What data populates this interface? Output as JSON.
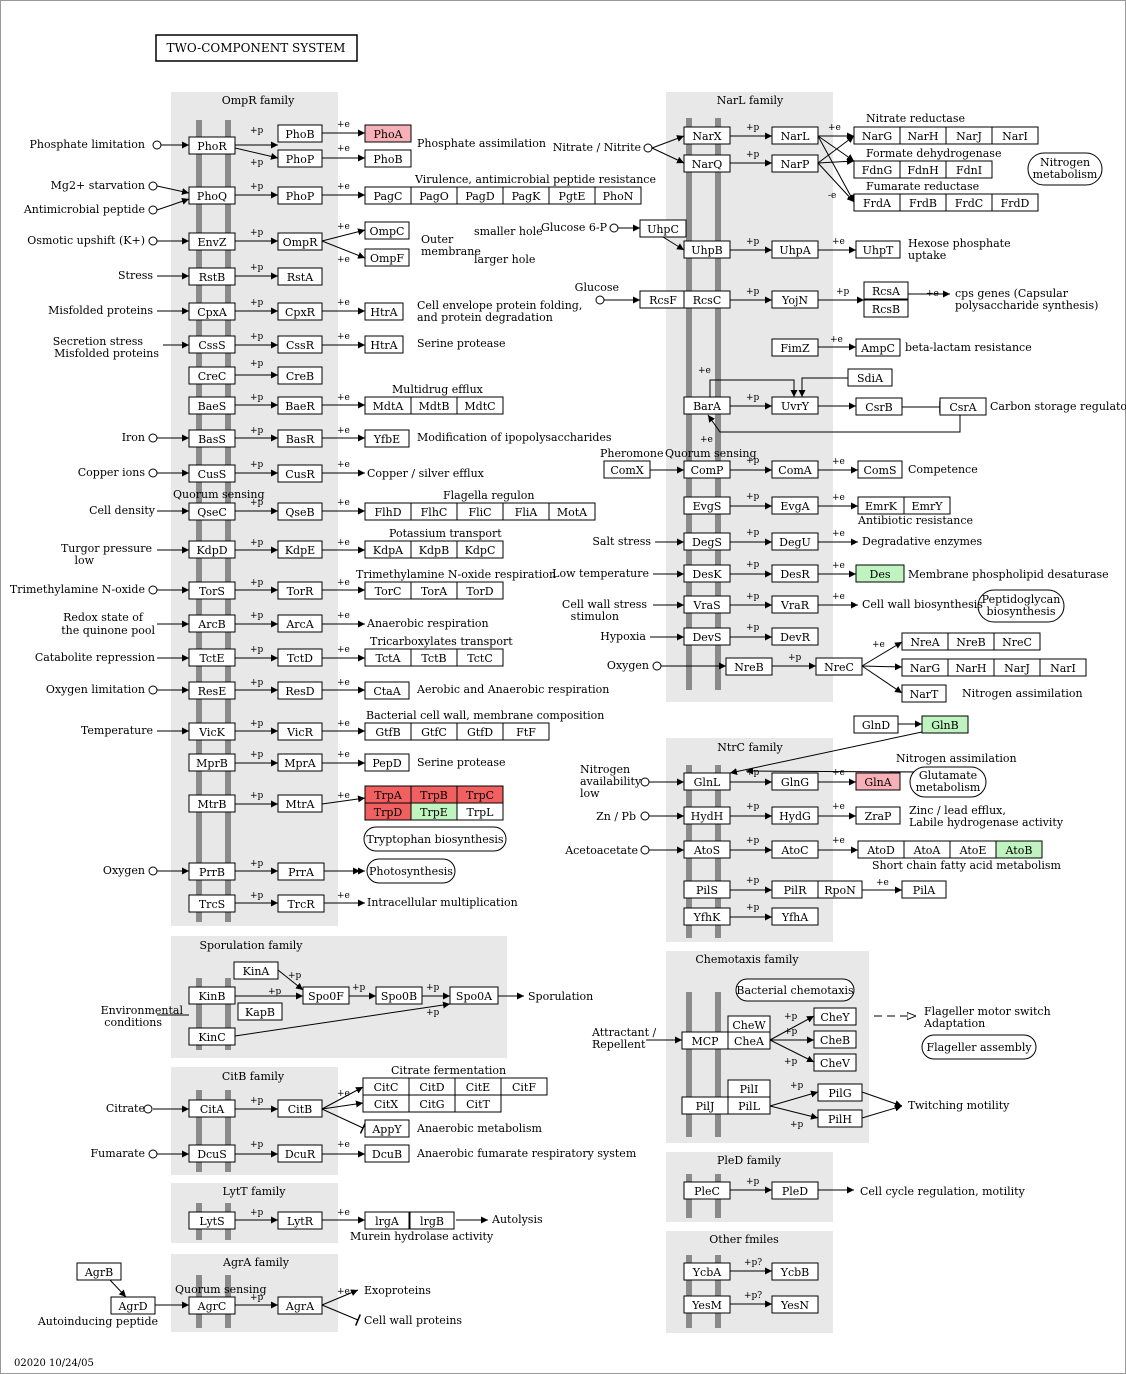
{
  "title": "TWO-COMPONENT SYSTEM",
  "footer": "02020 10/24/05",
  "colors": {
    "panel": "#e8e8e8",
    "membrane": "#8a8a8a",
    "red": "#f06060",
    "pink": "#f8b0b8",
    "green": "#bff3bf",
    "stroke": "#000000"
  },
  "families": [
    "OmpR family",
    "NarL family",
    "NtrC family",
    "Sporulation family",
    "CitB family",
    "LytT family",
    "AgrA family",
    "Chemotaxis family",
    "PleD family",
    "Other fmiles"
  ],
  "genes": [
    "PhoR",
    "PhoB",
    "PhoA",
    "PhoP",
    "PhoB",
    "PhoQ",
    "PhoP",
    "PagC",
    "PagO",
    "PagD",
    "PagK",
    "PgtE",
    "PhoN",
    "EnvZ",
    "OmpR",
    "OmpC",
    "OmpF",
    "RstB",
    "RstA",
    "CpxA",
    "CpxR",
    "HtrA",
    "CssS",
    "CssR",
    "HtrA",
    "CreC",
    "CreB",
    "BaeS",
    "BaeR",
    "MdtA",
    "MdtB",
    "MdtC",
    "BasS",
    "BasR",
    "YfbE",
    "CusS",
    "CusR",
    "QseC",
    "QseB",
    "FlhD",
    "FlhC",
    "FliC",
    "FliA",
    "MotA",
    "KdpD",
    "KdpE",
    "KdpA",
    "KdpB",
    "KdpC",
    "TorS",
    "TorR",
    "TorC",
    "TorA",
    "TorD",
    "ArcB",
    "ArcA",
    "TctE",
    "TctD",
    "TctA",
    "TctB",
    "TctC",
    "ResE",
    "ResD",
    "CtaA",
    "VicK",
    "VicR",
    "GtfB",
    "GtfC",
    "GtfD",
    "FtF",
    "MprB",
    "MprA",
    "PepD",
    "MtrB",
    "MtrA",
    "TrpA",
    "TrpB",
    "TrpC",
    "TrpD",
    "TrpE",
    "TrpL",
    "PrrB",
    "PrrA",
    "TrcS",
    "TrcR",
    "NarX",
    "NarQ",
    "NarL",
    "NarP",
    "NarG",
    "NarH",
    "NarJ",
    "NarI",
    "FdnG",
    "FdnH",
    "FdnI",
    "FrdA",
    "FrdB",
    "FrdC",
    "FrdD",
    "UhpC",
    "UhpB",
    "UhpA",
    "UhpT",
    "RcsF",
    "RcsC",
    "YojN",
    "RcsA",
    "RcsB",
    "FimZ",
    "AmpC",
    "SdiA",
    "BarA",
    "UvrY",
    "CsrB",
    "CsrA",
    "ComX",
    "ComP",
    "ComA",
    "ComS",
    "EvgS",
    "EvgA",
    "EmrK",
    "EmrY",
    "DegS",
    "DegU",
    "DesK",
    "DesR",
    "Des",
    "VraS",
    "VraR",
    "DevS",
    "DevR",
    "NreB",
    "NreC",
    "NreA",
    "NreB",
    "NreC",
    "NarG",
    "NarH",
    "NarJ",
    "NarI",
    "NarT",
    "GlnD",
    "GlnB",
    "GlnL",
    "GlnG",
    "GlnA",
    "HydH",
    "HydG",
    "ZraP",
    "AtoS",
    "AtoC",
    "AtoD",
    "AtoA",
    "AtoE",
    "AtoB",
    "PilS",
    "PilR",
    "RpoN",
    "PilA",
    "YfhK",
    "YfhA",
    "KinA",
    "KinB",
    "KapB",
    "KinC",
    "Spo0F",
    "Spo0B",
    "Spo0A",
    "CitA",
    "CitB",
    "CitC",
    "CitD",
    "CitE",
    "CitF",
    "CitX",
    "CitG",
    "CitT",
    "AppY",
    "DcuS",
    "DcuR",
    "DcuB",
    "LytS",
    "LytR",
    "lrgA",
    "lrgB",
    "AgrB",
    "AgrD",
    "AgrC",
    "AgrA",
    "MCP",
    "CheW",
    "CheA",
    "CheY",
    "CheB",
    "CheV",
    "PilI",
    "PilJ",
    "PilL",
    "PilG",
    "PilH",
    "PleC",
    "PleD",
    "YcbA",
    "YcbB",
    "YesM",
    "YesN"
  ],
  "labels": {
    "phosphate_limitation": "Phosphate limitation",
    "mg_starvation": "Mg2+ starvation",
    "antimicrobial_peptide": "Antimicrobial peptide",
    "osmotic_upshift": "Osmotic upshift (K+)",
    "stress": "Stress",
    "misfolded_proteins": "Misfolded proteins",
    "secretion_stress": "Secretion stress",
    "misfolded_proteins2": "Misfolded proteins",
    "iron": "Iron",
    "copper_ions": "Copper ions",
    "cell_density": "Cell density",
    "turgor_pressure": "Turgor pressure",
    "low": "low",
    "trimethylamine": "Trimethylamine N-oxide",
    "redox_state": "Redox state of",
    "quinone_pool": "the quinone pool",
    "catabolite_repression": "Catabolite repression",
    "oxygen_limitation": "Oxygen limitation",
    "temperature": "Temperature",
    "oxygen": "Oxygen",
    "environmental": "Environmental",
    "conditions": "conditions",
    "citrate": "Citrate",
    "fumarate": "Fumarate",
    "autoinducing_peptide": "Autoinducing peptide",
    "quorum_sensing": "Quorum sensing",
    "phosphate_assimilation": "Phosphate assimilation",
    "virulence": "Virulence, antimicrobial peptide resistance",
    "outer": "Outer",
    "membrane": "membrane",
    "smaller_hole": "smaller hole",
    "larger_hole": "larger hole",
    "cell_envelope_1": "Cell envelope protein folding,",
    "cell_envelope_2": "and protein degradation",
    "serine_protease": "Serine protease",
    "multidrug_efflux": "Multidrug efflux",
    "ipopolysaccharides": "Modification of ipopolysaccharides",
    "copper_efflux": "Copper / silver efflux",
    "flagella_regulon": "Flagella regulon",
    "potassium_transport": "Potassium transport",
    "tmao_respiration": "Trimethylamine N-oxide respiration",
    "anaerobic_respiration": "Anaerobic respiration",
    "tricarboxylates": "Tricarboxylates transport",
    "aerobic_anaerobic": "Aerobic and Anaerobic respiration",
    "bacterial_cell_wall": "Bacterial cell wall, membrane composition",
    "serine_protease2": "Serine protease",
    "tryptophan": "Tryptophan biosynthesis",
    "photosynthesis": "Photosynthesis",
    "intracellular": "Intracellular multiplication",
    "sporulation": "Sporulation",
    "citrate_fermentation": "Citrate fermentation",
    "anaerobic_metabolism": "Anaerobic metabolism",
    "anaerobic_fumarate": "Anaerobic fumarate respiratory system",
    "autolysis": "Autolysis",
    "murein": "Murein hydrolase activity",
    "exoproteins": "Exoproteins",
    "cell_wall_proteins": "Cell wall proteins",
    "nitrate_nitrite": "Nitrate / Nitrite",
    "nitrate_reductase": "Nitrate reductase",
    "formate_dehydrogenase": "Formate dehydrogenase",
    "fumarate_reductase": "Fumarate reductase",
    "nitrogen_metabolism_1": "Nitrogen",
    "nitrogen_metabolism_2": "metabolism",
    "glucose6p": "Glucose 6-P",
    "hexose_1": "Hexose phosphate",
    "hexose_2": "uptake",
    "glucose": "Glucose",
    "cps_1": "cps genes (Capsular",
    "cps_2": "polysaccharide synthesis)",
    "beta_lactam": "beta-lactam resistance",
    "carbon_storage": "Carbon storage regulator",
    "pheromone": "Pheromone",
    "quorum_sensing2": "Quorum sensing",
    "competence": "Competence",
    "antibiotic_resistance": "Antibiotic resistance",
    "salt_stress": "Salt stress",
    "degradative": "Degradative enzymes",
    "low_temperature": "Low temperature",
    "membrane_desaturase": "Membrane phospholipid desaturase",
    "cell_wall_stress_1": "Cell wall stress",
    "cell_wall_stress_2": "stimulon",
    "cell_wall_biosynthesis": "Cell wall biosynthesis",
    "peptidoglycan_1": "Peptidoglycan",
    "peptidoglycan_2": "biosynthesis",
    "hypoxia": "Hypoxia",
    "oxygen2": "Oxygen",
    "nitrogen_assimilation": "Nitrogen assimilation",
    "nitrogen_assimilation2": "Nitrogen assimilation",
    "glutamate_1": "Glutamate",
    "glutamate_2": "metabolism",
    "nitrogen_avail_1": "Nitrogen",
    "nitrogen_avail_2": "availability",
    "nitrogen_avail_3": "low",
    "zn_pb": "Zn / Pb",
    "zinc_1": "Zinc / lead efflux,",
    "zinc_2": "Labile hydrogenase activity",
    "acetoacetate": "Acetoacetate",
    "scfa": "Short chain fatty acid metabolism",
    "bacterial_chemotaxis": "Bacterial chemotaxis",
    "attractant_1": "Attractant /",
    "attractant_2": "Repellent",
    "flagellar_motor_1": "Flageller motor switch",
    "flagellar_motor_2": "Adaptation",
    "flagellar_assembly": "Flageller assembly",
    "twitching": "Twitching motility",
    "cell_cycle": "Cell cycle regulation, motility"
  }
}
